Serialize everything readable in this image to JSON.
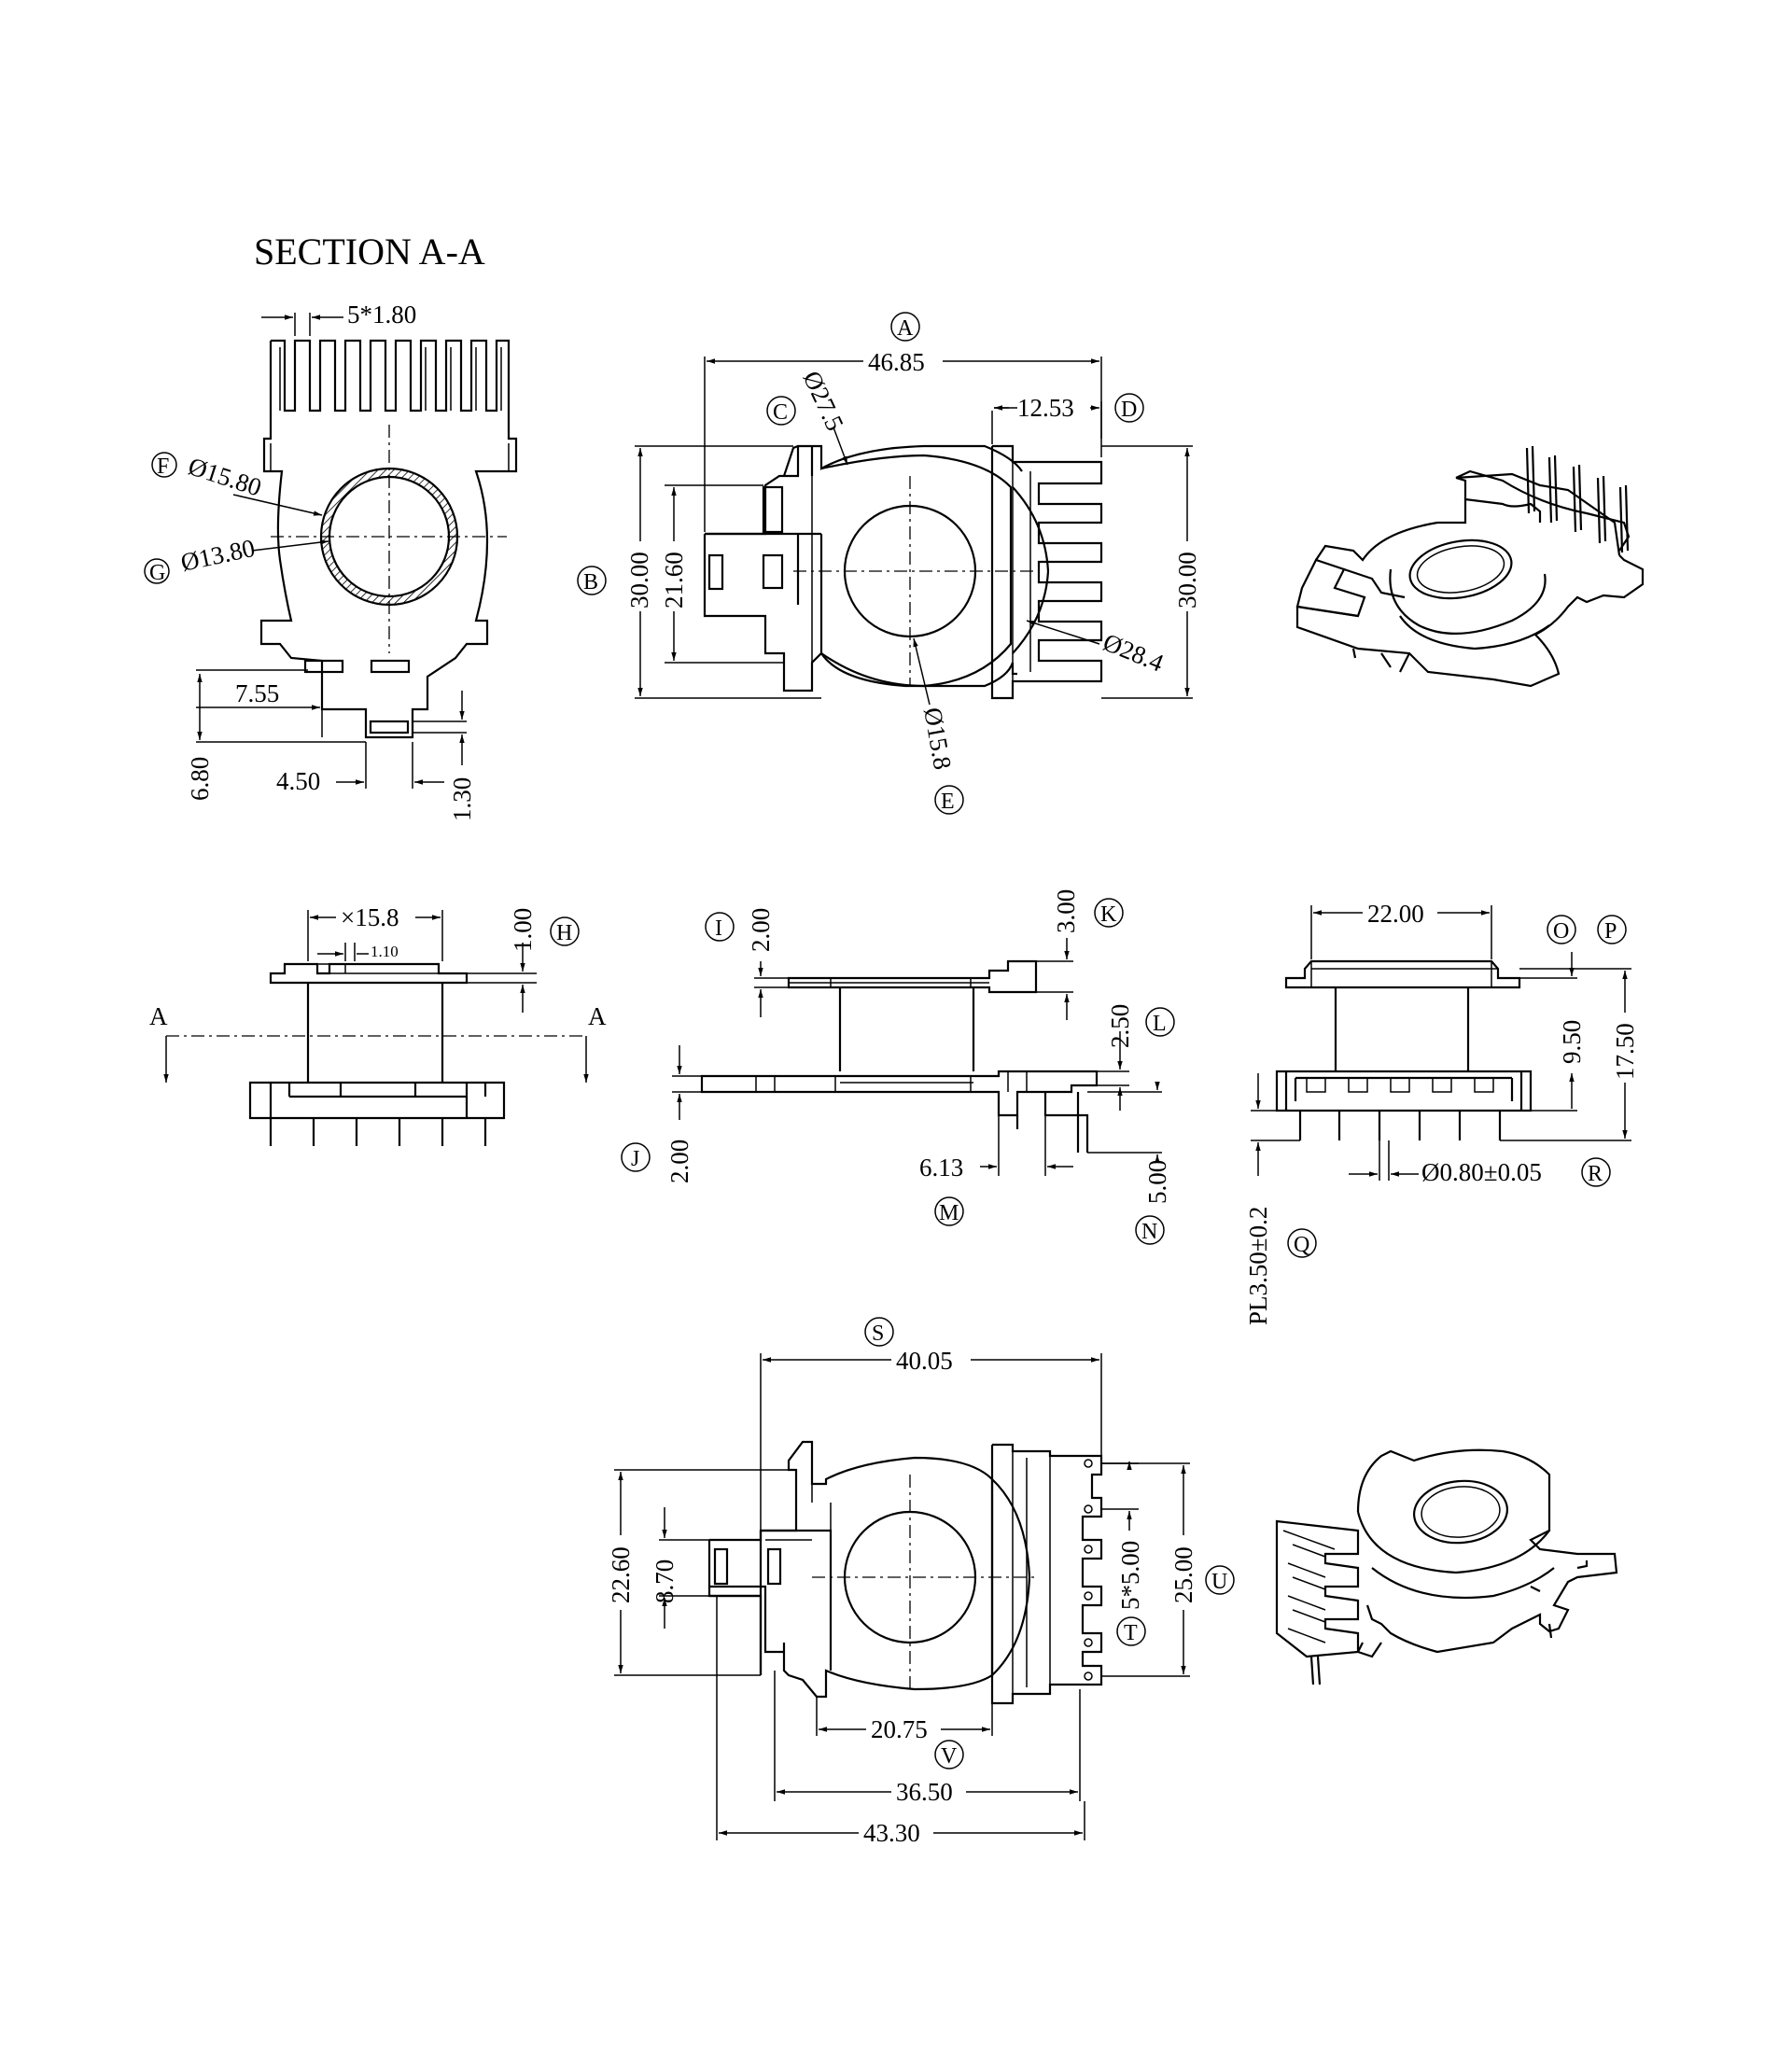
{
  "title": "SECTION A-A",
  "section_view": {
    "pitch": "5*1.80",
    "outer_dia": "Ø15.80",
    "inner_dia": "Ø13.80",
    "d_7_55": "7.55",
    "d_6_80": "6.80",
    "d_4_50": "4.50",
    "d_1_30": "1.30",
    "label_f": "F",
    "label_g": "G"
  },
  "top_view": {
    "width": "46.85",
    "flange_dia": "Ø27.5",
    "right_len": "12.53",
    "height_l": "30.00",
    "inner_h": "21.60",
    "height_r": "30.00",
    "slot_dia": "Ø28.4",
    "bore_dia": "Ø15.8",
    "label_a": "A",
    "label_b": "B",
    "label_c": "C",
    "label_d": "D",
    "label_e": "E"
  },
  "front_view": {
    "bore": "×15.8",
    "flange_t": "1.00",
    "small_gap": "1.10",
    "section_a_left": "A",
    "section_a_right": "A",
    "label_h": "H"
  },
  "side_view": {
    "top_t": "2.00",
    "tab_h": "3.00",
    "gap": "2.50",
    "bot_t": "2.00",
    "tab_w": "6.13",
    "pin_len": "5.00",
    "label_i": "I",
    "label_j": "J",
    "label_k": "K",
    "label_l": "L",
    "label_m": "M",
    "label_n": "N"
  },
  "end_view": {
    "width": "22.00",
    "wind_h": "9.50",
    "total_h": "17.50",
    "pin_dia": "Ø0.80±0.05",
    "pin_len": "PL3.50±0.2",
    "label_o": "O",
    "label_p": "P",
    "label_q": "Q",
    "label_r": "R"
  },
  "bottom_view": {
    "width": "40.05",
    "height_l": "22.60",
    "inner_h": "8.70",
    "pin_pitch": "5*5.00",
    "height_r": "25.00",
    "w_20_75": "20.75",
    "w_36_50": "36.50",
    "w_43_30": "43.30",
    "label_s": "S",
    "label_t": "T",
    "label_u": "U",
    "label_v": "V"
  }
}
